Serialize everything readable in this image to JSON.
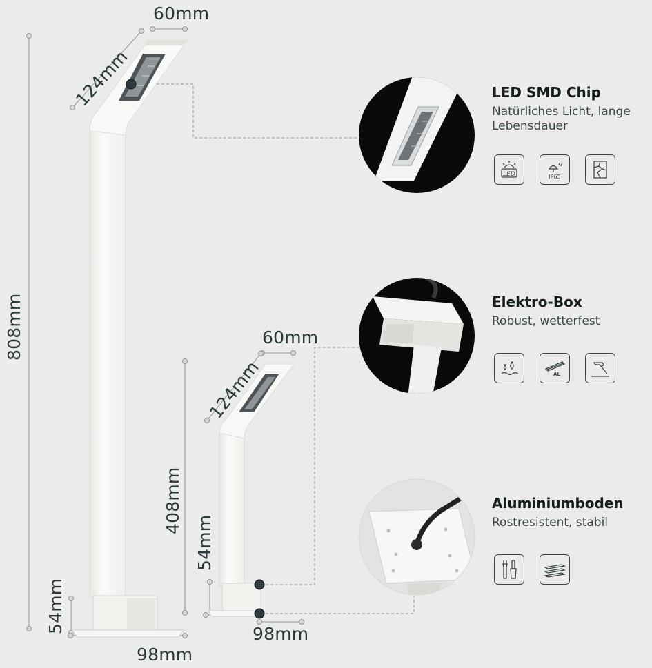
{
  "dimensions": {
    "tall": {
      "top_width": "60mm",
      "head_length": "124mm",
      "height": "808mm",
      "base_height": "54mm",
      "base_width": "98mm"
    },
    "short": {
      "top_width": "60mm",
      "head_length": "124mm",
      "height": "408mm",
      "base_height": "54mm",
      "base_width": "98mm"
    }
  },
  "features": [
    {
      "title": "LED SMD Chip",
      "subtitle": "Natürliches Licht, lange\nLebensdauer",
      "icons": [
        "led-icon",
        "ip65-rating-icon",
        "shatterproof-glass-icon"
      ],
      "icon_texts": [
        "LED",
        "IP65"
      ]
    },
    {
      "title": "Elektro-Box",
      "subtitle": "Robust, wetterfest",
      "icons": [
        "water-drops-icon",
        "aluminium-profile-icon",
        "hammer-icon"
      ],
      "icon_texts": [
        "AL"
      ]
    },
    {
      "title": "Aluminiumboden",
      "subtitle": "Rostresistent, stabil",
      "icons": [
        "tools-icon",
        "aluminium-bars-icon"
      ]
    }
  ],
  "colors": {
    "background": "#ebebeb",
    "text": "#1c2b2b",
    "lamp": "#f7f7f5",
    "detail_bg": "#0b0b0b",
    "dot": "#2c3a3e"
  }
}
